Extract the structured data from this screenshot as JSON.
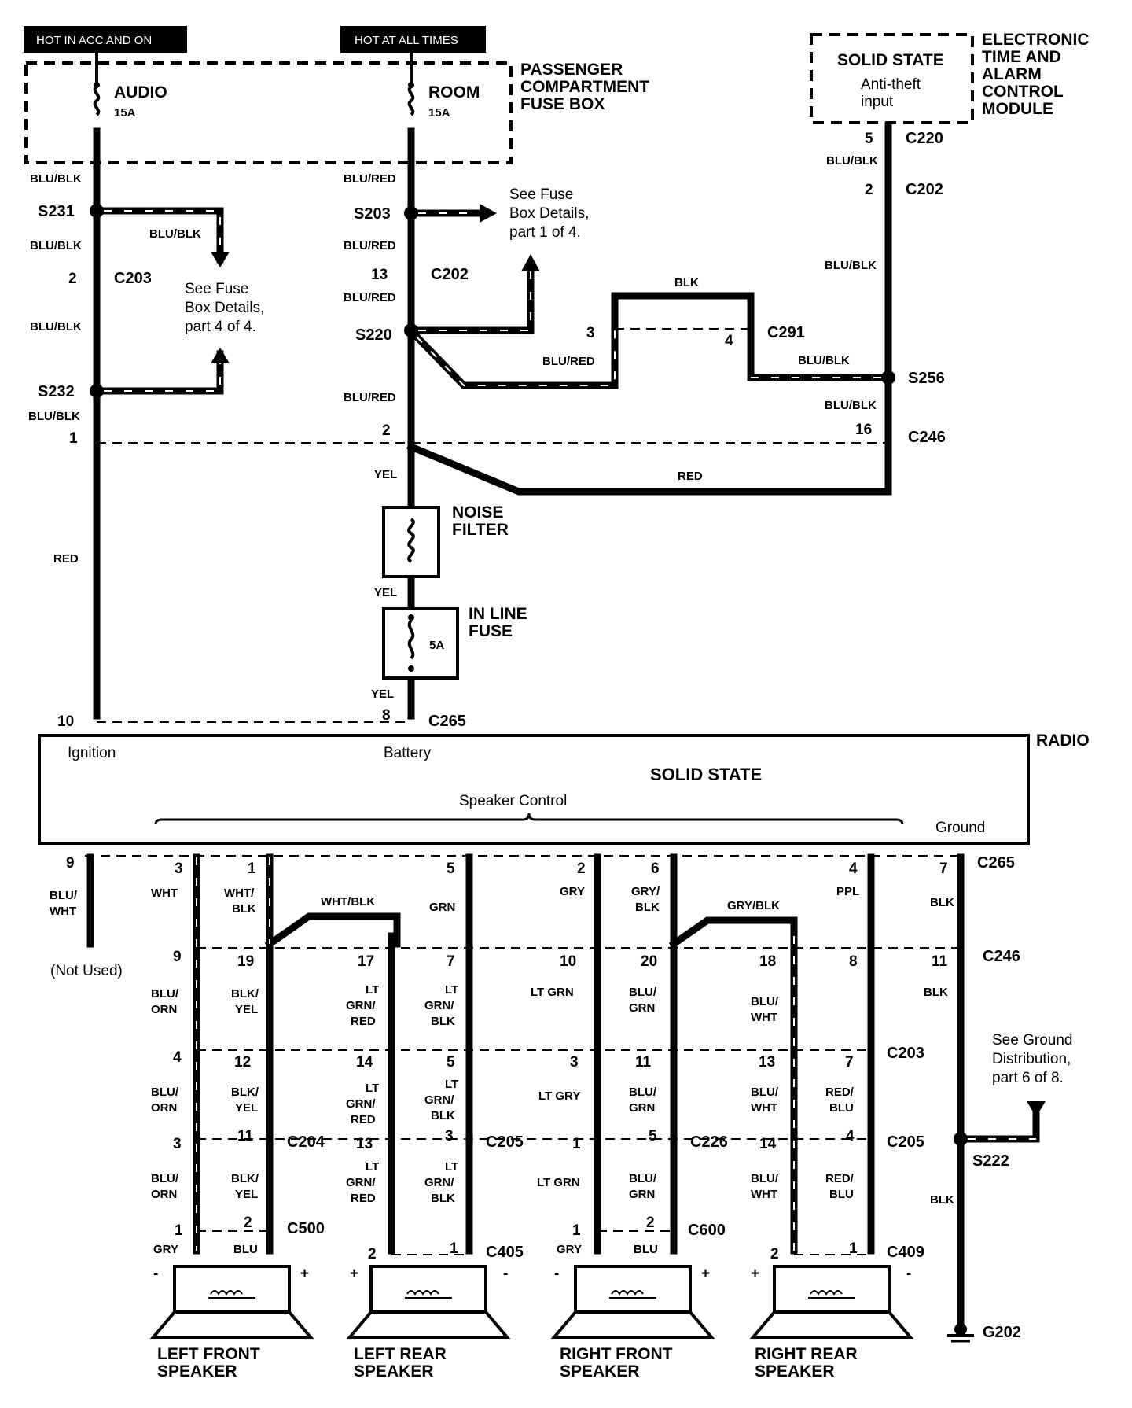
{
  "tags": {
    "acc": "HOT IN ACC AND ON",
    "always": "HOT AT ALL TIMES"
  },
  "fuse_box": {
    "title": [
      "PASSENGER",
      "COMPARTMENT",
      "FUSE BOX"
    ],
    "audio": "AUDIO",
    "audio_amp": "15A",
    "room": "ROOM",
    "room_amp": "15A"
  },
  "module": {
    "title": [
      "ELECTRONIC",
      "TIME AND",
      "ALARM",
      "CONTROL",
      "MODULE"
    ],
    "solid": "SOLID STATE",
    "input": [
      "Anti-theft",
      "input"
    ]
  },
  "refs": {
    "fuse1": [
      "See Fuse",
      "Box Details,",
      "part 1 of 4."
    ],
    "fuse4": [
      "See Fuse",
      "Box Details,",
      "part 4 of 4."
    ],
    "ground": [
      "See Ground",
      "Distribution,",
      "part 6 of 8."
    ]
  },
  "connectors": {
    "c220": "C220",
    "c202": "C202",
    "c203": "C203",
    "c291": "C291",
    "c246": "C246",
    "c265": "C265",
    "c204": "C204",
    "c205": "C205",
    "c226": "C226",
    "c500": "C500",
    "c405": "C405",
    "c600": "C600",
    "c409": "C409"
  },
  "splices": {
    "s231": "S231",
    "s232": "S232",
    "s203": "S203",
    "s220": "S220",
    "s256": "S256",
    "s222": "S222"
  },
  "ground_id": "G202",
  "colors": {
    "blublk": "BLU/BLK",
    "blured": "BLU/RED",
    "red": "RED",
    "yel": "YEL",
    "blk": "BLK",
    "bluwht": [
      "BLU/",
      "WHT"
    ],
    "wht": "WHT",
    "whtblk": [
      "WHT/",
      "BLK"
    ],
    "whtblk1": "WHT/BLK",
    "grn": "GRN",
    "gry": "GRY",
    "gryblk": [
      "GRY/",
      "BLK"
    ],
    "gryblk1": "GRY/BLK",
    "ppl": "PPL",
    "bluorn": [
      "BLU/",
      "ORN"
    ],
    "blkyel": [
      "BLK/",
      "YEL"
    ],
    "ltgrnred": [
      "LT",
      "GRN/",
      "RED"
    ],
    "ltgrnblk": [
      "LT",
      "GRN/",
      "BLK"
    ],
    "ltgrn": "LT  GRN",
    "ltgry": "LT GRY",
    "ltgrn2": "LT GRN",
    "blugrn": [
      "BLU/",
      "GRN"
    ],
    "redblu": [
      "RED/",
      "BLU"
    ],
    "blu": "BLU"
  },
  "components": {
    "noise": [
      "NOISE",
      "FILTER"
    ],
    "inline": [
      "IN LINE",
      "FUSE"
    ],
    "inline_amp": "5A"
  },
  "radio": {
    "title": "RADIO",
    "ignition": "Ignition",
    "battery": "Battery",
    "solid": "SOLID STATE",
    "speaker": "Speaker Control",
    "ground": "Ground",
    "not_used": "(Not Used)"
  },
  "speakers": {
    "lf": [
      "LEFT FRONT",
      "SPEAKER"
    ],
    "lr": [
      "LEFT REAR",
      "SPEAKER"
    ],
    "rf": [
      "RIGHT FRONT",
      "SPEAKER"
    ],
    "rr": [
      "RIGHT REAR",
      "SPEAKER"
    ]
  },
  "pins": {
    "p5": "5",
    "p2": "2",
    "p13": "13",
    "p3": "3",
    "p4": "4",
    "p16": "16",
    "p1": "1",
    "p10": "10",
    "p8": "8",
    "r9": "9",
    "r3": "3",
    "r1": "1",
    "r5": "5",
    "r2": "2",
    "r6": "6",
    "r4": "4",
    "r7": "7",
    "c246": [
      "9",
      "19",
      "17",
      "7",
      "10",
      "20",
      "18",
      "8",
      "11"
    ],
    "c203": [
      "4",
      "12",
      "14",
      "5",
      "3",
      "11",
      "13",
      "7"
    ],
    "row3": [
      "3",
      "11",
      "13",
      "3",
      "1",
      "5",
      "14",
      "4"
    ],
    "row4": [
      "1",
      "2",
      "2",
      "1",
      "1",
      "2",
      "2",
      "1"
    ]
  },
  "polarity": {
    "minus": "-",
    "plus": "+"
  }
}
